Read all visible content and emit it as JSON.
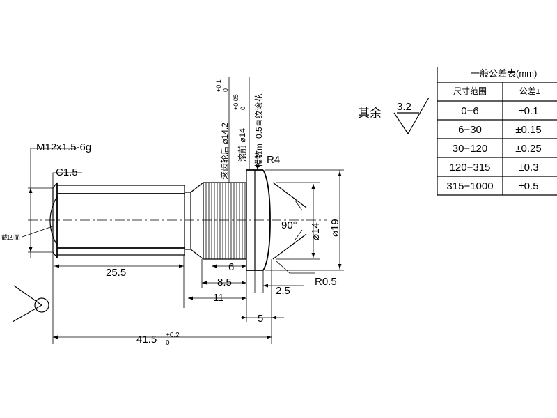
{
  "labels": {
    "thread": "M12x1.5-6g",
    "chamfer": "C1.5",
    "end_face_note": "截凹面",
    "radius_top": "R4",
    "radius_bottom": "R0.5",
    "angle": "90°",
    "dia_14": "⌀14",
    "dia_19": "⌀19",
    "dim_25_5": "25.5",
    "dim_6": "6",
    "dim_8_5": "8.5",
    "dim_11": "11",
    "dim_2_5": "2.5",
    "dim_5": "5",
    "dim_41_5": "41.5",
    "dim_41_5_tol_upper": "+0.2",
    "dim_41_5_tol_lower": "0",
    "knurl_dia_prefix": "滚齿轮后 ⌀14.2",
    "knurl_dia_tol_upper": "+0.1",
    "knurl_dia_tol_lower": "0",
    "spline_dia_prefix": "滚前 ⌀14",
    "spline_dia_tol_upper": "+0.05",
    "spline_dia_tol_lower": "0",
    "spline_module": "模数m=0.5直纹滚花"
  },
  "surface_finish": {
    "prefix": "其余",
    "value": "3.2"
  },
  "tolerance_table": {
    "title": "一般公差表(mm)",
    "headers": [
      "尺寸范围",
      "公差±"
    ],
    "rows": [
      [
        "0−6",
        "±0.1"
      ],
      [
        "6−30",
        "±0.15"
      ],
      [
        "30−120",
        "±0.25"
      ],
      [
        "120−315",
        "±0.3"
      ],
      [
        "315−1000",
        "±0.5"
      ]
    ]
  }
}
